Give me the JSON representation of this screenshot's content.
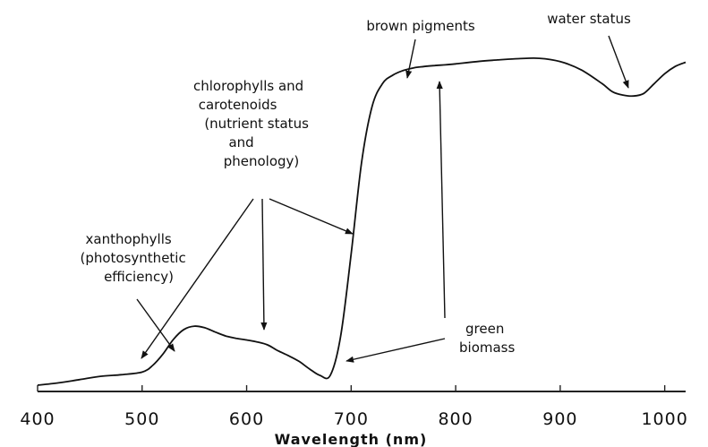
{
  "chart_data": {
    "type": "line",
    "title": "",
    "xlabel": "Wavelength (nm)",
    "ylabel": "",
    "xlim": [
      400,
      1020
    ],
    "ylim": [
      0,
      1
    ],
    "grid": false,
    "xticks": [
      400,
      500,
      600,
      700,
      800,
      900,
      1000
    ],
    "tick_labels": [
      "400",
      "500",
      "600",
      "700",
      "800",
      "900",
      "1000"
    ],
    "series": [
      {
        "x": [
          400,
          420,
          440,
          460,
          480,
          500,
          510,
          520,
          530,
          540,
          550,
          560,
          570,
          580,
          590,
          600,
          610,
          620,
          630,
          640,
          650,
          660,
          670,
          680,
          690,
          700,
          710,
          720,
          730,
          740,
          750,
          760,
          770,
          780,
          790,
          800,
          820,
          840,
          860,
          880,
          900,
          920,
          940,
          950,
          960,
          970,
          980,
          990,
          1000,
          1010,
          1020
        ],
        "y": [
          0.0,
          0.007,
          0.017,
          0.027,
          0.032,
          0.04,
          0.06,
          0.095,
          0.14,
          0.17,
          0.18,
          0.175,
          0.162,
          0.15,
          0.143,
          0.138,
          0.132,
          0.123,
          0.105,
          0.09,
          0.073,
          0.05,
          0.03,
          0.03,
          0.15,
          0.4,
          0.68,
          0.85,
          0.92,
          0.946,
          0.96,
          0.968,
          0.972,
          0.975,
          0.977,
          0.98,
          0.987,
          0.992,
          0.996,
          0.997,
          0.987,
          0.962,
          0.92,
          0.895,
          0.885,
          0.882,
          0.89,
          0.92,
          0.95,
          0.972,
          0.985
        ]
      }
    ],
    "annotations": [
      {
        "id": "brown",
        "lines": [
          "brown pigments"
        ]
      },
      {
        "id": "water",
        "lines": [
          "water status"
        ]
      },
      {
        "id": "chloro",
        "lines": [
          "chlorophylls and",
          "carotenoids",
          "(nutrient status",
          "and",
          "phenology)"
        ]
      },
      {
        "id": "xantho",
        "lines": [
          "xanthophylls",
          "(photosynthetic",
          "efficiency)"
        ]
      },
      {
        "id": "green",
        "lines": [
          "green",
          "biomass"
        ]
      }
    ]
  }
}
